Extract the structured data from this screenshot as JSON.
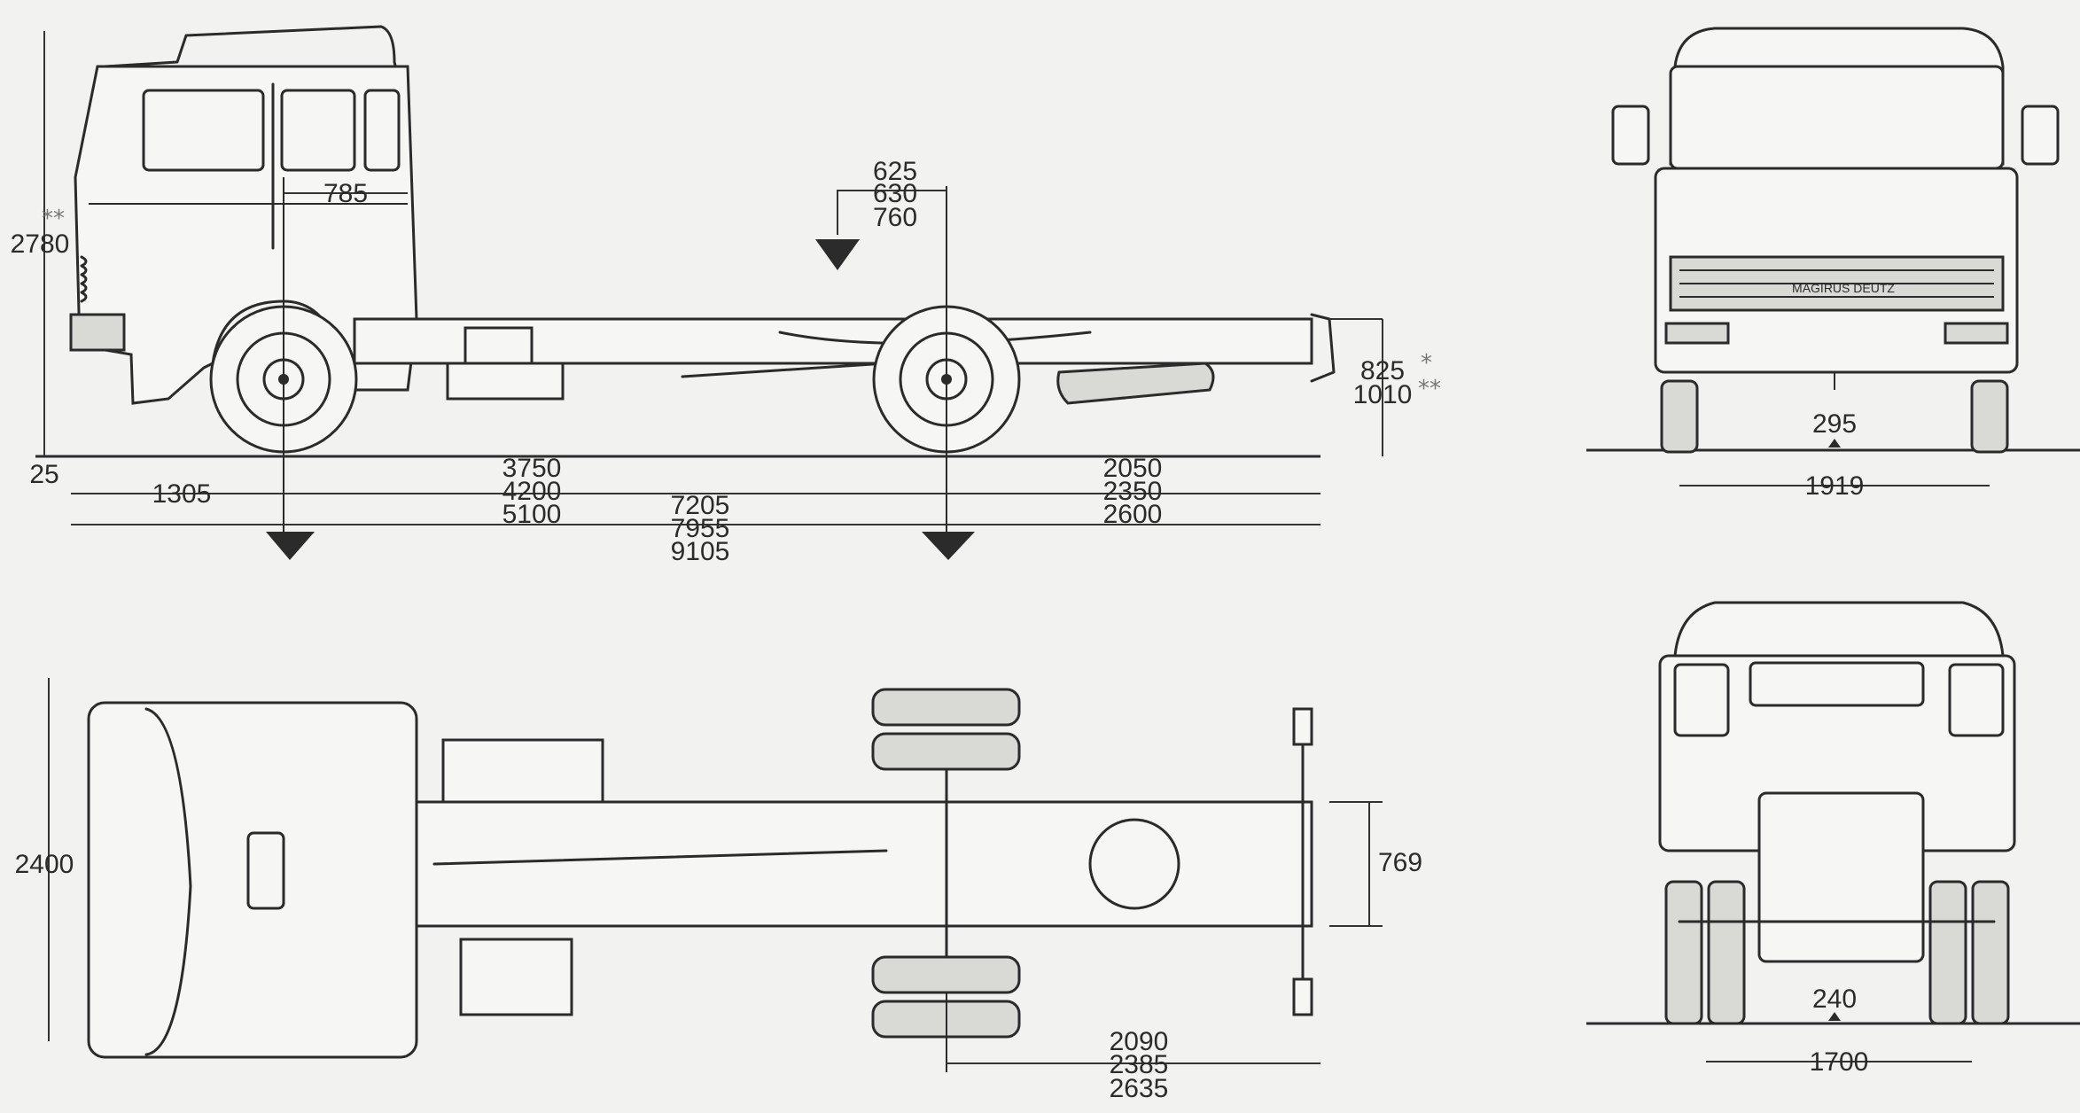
{
  "side_view": {
    "height_label": "2780",
    "height_star": "**",
    "cab_depth": "785",
    "ground_offset": "25",
    "front_overhang": "1305",
    "wheelbase": [
      "3750",
      "4200",
      "5100"
    ],
    "rear_overhang": [
      "2050",
      "2350",
      "2600"
    ],
    "overall_length": [
      "7205",
      "7955",
      "9105"
    ],
    "center_of_gravity": [
      "625",
      "630",
      "760"
    ],
    "frame_height": [
      "825",
      "1010"
    ],
    "frame_height_stars": [
      "*",
      "**"
    ]
  },
  "front_view": {
    "ground_clearance": "295",
    "track_width": "1919",
    "grille_badge": "MAGIRUS DEUTZ"
  },
  "top_view": {
    "width": "2400",
    "frame_width": "769",
    "rear_overhang": [
      "2090",
      "2385",
      "2635"
    ]
  },
  "rear_view": {
    "ground_clearance": "240",
    "track_width": "1700"
  }
}
